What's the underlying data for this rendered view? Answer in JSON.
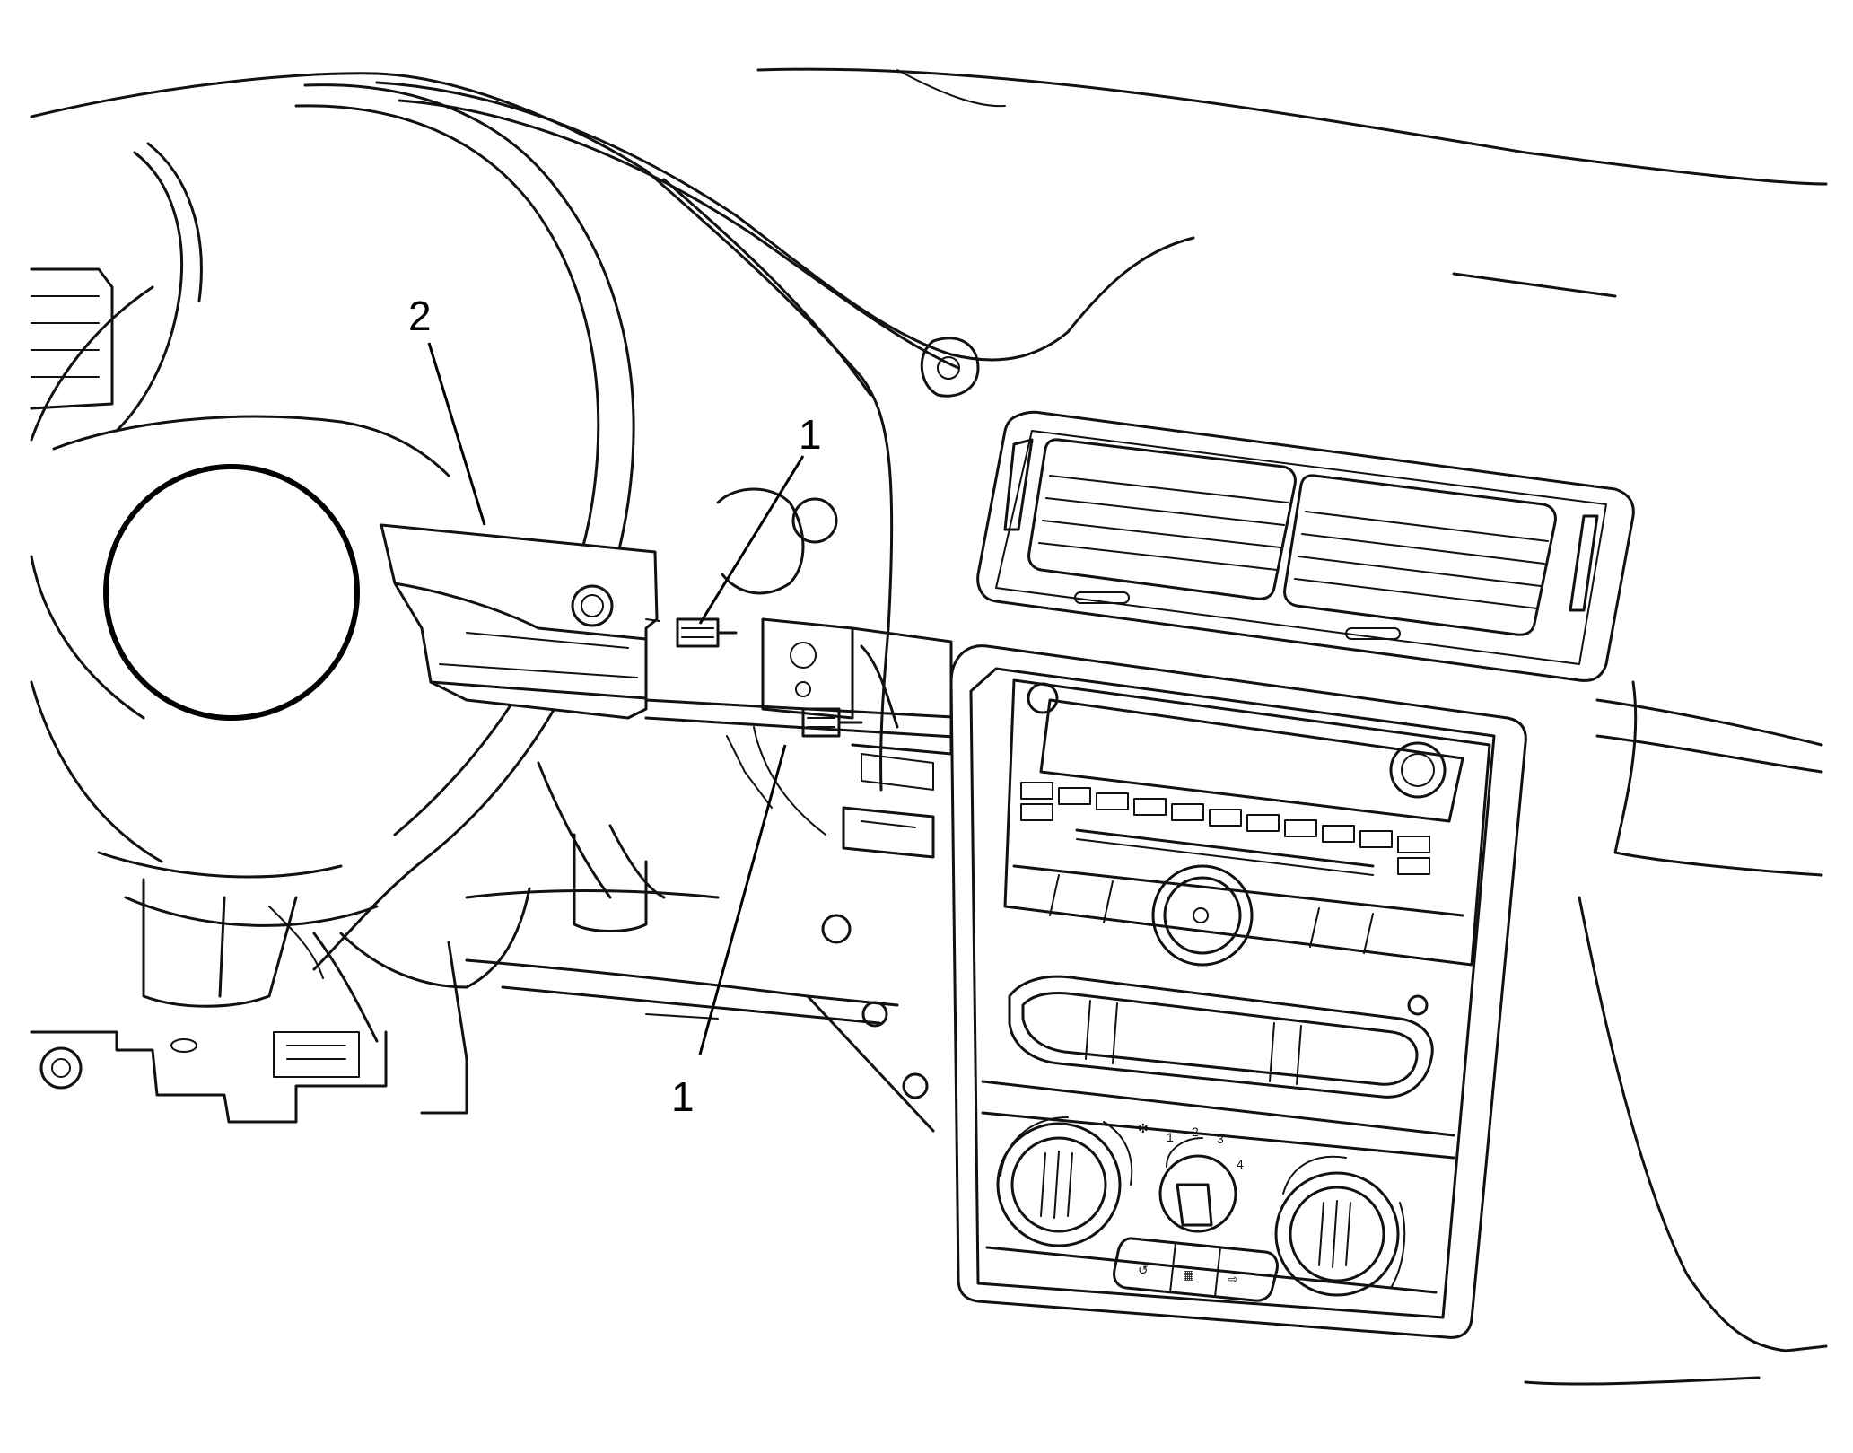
{
  "callouts": [
    {
      "label": "1"
    },
    {
      "label": "2"
    },
    {
      "label": "1"
    }
  ],
  "hvac_fan_scale": [
    "1",
    "2",
    "3",
    "4"
  ],
  "colors": {
    "ink": "#111111",
    "background": "#ffffff"
  }
}
